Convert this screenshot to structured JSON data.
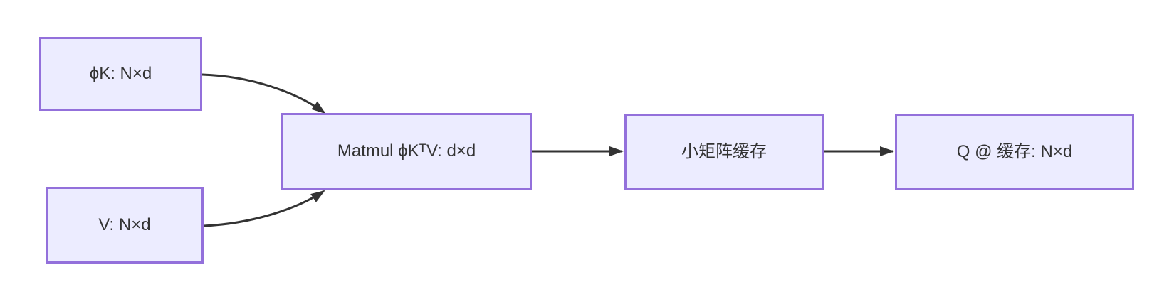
{
  "diagram": {
    "type": "flowchart",
    "direction": "left-to-right",
    "colors": {
      "background": "#ffffff",
      "node_fill": "#ECECFF",
      "node_border": "#9370DB",
      "text_color": "#333333",
      "edge_color": "#333333"
    },
    "nodes": [
      {
        "id": "phiK",
        "label": "ϕK: N×d"
      },
      {
        "id": "V",
        "label": "V: N×d"
      },
      {
        "id": "matmul",
        "label": "Matmul ϕKᵀV: d×d"
      },
      {
        "id": "cache",
        "label": "小矩阵缓存"
      },
      {
        "id": "output",
        "label": "Q @ 缓存: N×d"
      }
    ],
    "edges": [
      {
        "from": "phiK",
        "to": "matmul",
        "style": "curved"
      },
      {
        "from": "V",
        "to": "matmul",
        "style": "curved"
      },
      {
        "from": "matmul",
        "to": "cache",
        "style": "straight"
      },
      {
        "from": "cache",
        "to": "output",
        "style": "straight"
      }
    ]
  }
}
